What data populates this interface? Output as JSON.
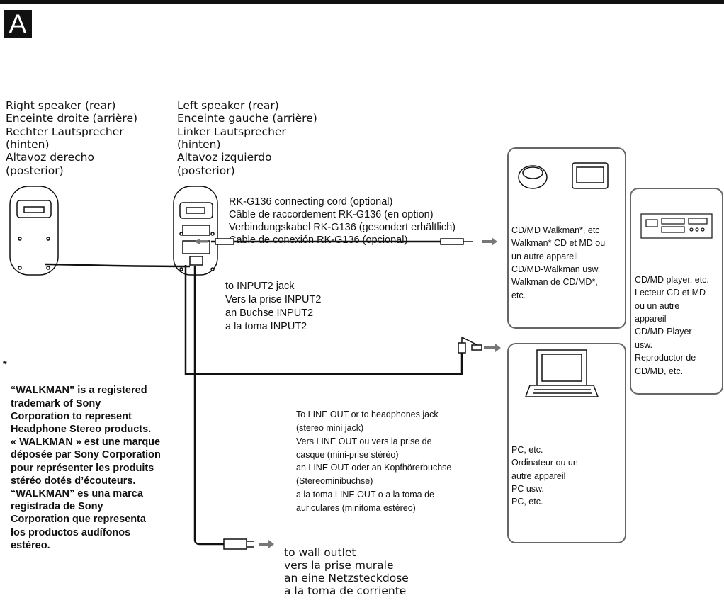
{
  "section_letter": "A",
  "right_speaker_label": [
    "Right speaker (rear)",
    "Enceinte droite (arrière)",
    "Rechter Lautsprecher",
    "(hinten)",
    "Altavoz derecho",
    "(posterior)"
  ],
  "left_speaker_label": [
    "Left speaker (rear)",
    "Enceinte gauche (arrière)",
    "Linker Lautsprecher",
    "(hinten)",
    "Altavoz izquierdo",
    "(posterior)"
  ],
  "connecting_cord_label": [
    "RK-G136 connecting cord (optional)",
    "Câble de raccordement RK-G136 (en option)",
    "Verbindungskabel RK-G136 (gesondert erhältlich)",
    "Cable de conexión RK-G136 (opcional)"
  ],
  "input2_label": [
    "to INPUT2 jack",
    "Vers la prise INPUT2",
    "an Buchse INPUT2",
    "a la toma INPUT2"
  ],
  "walkman_label": [
    "CD/MD Walkman*, etc",
    "Walkman* CD et MD ou",
    "un autre appareil",
    "CD/MD-Walkman usw.",
    "Walkman de CD/MD*,",
    "etc."
  ],
  "cd_player_label": [
    "CD/MD player, etc.",
    "Lecteur CD et MD",
    "ou un autre",
    "appareil",
    "CD/MD-Player",
    "usw.",
    "Reproductor de",
    "CD/MD, etc."
  ],
  "pc_label": [
    "PC, etc.",
    "Ordinateur ou un",
    "autre appareil",
    "PC usw.",
    "PC, etc."
  ],
  "line_out_label": [
    "To LINE OUT or to headphones jack",
    "(stereo mini jack)",
    "Vers LINE OUT ou vers la prise de",
    "casque (mini-prise stéréo)",
    "an LINE OUT oder an Kopfhörerbuchse",
    "(Stereominibuchse)",
    "a la toma LINE OUT o a la toma de",
    "auriculares (minitoma estéreo)"
  ],
  "wall_outlet_label": [
    "to wall outlet",
    "vers la prise murale",
    "an eine Netzsteckdose",
    "a la toma de corriente"
  ],
  "footnote_marker": "*",
  "footnote": [
    "“WALKMAN” is a registered",
    "trademark of Sony",
    "Corporation to represent",
    "Headphone Stereo products.",
    "« WALKMAN » est une marque",
    "déposée par Sony Corporation",
    "pour représenter les produits",
    "stéréo dotés d’écouteurs.",
    "“WALKMAN” es una marca",
    "registrada de Sony",
    "Corporation que representa",
    "los productos audífonos",
    "estéreo."
  ]
}
